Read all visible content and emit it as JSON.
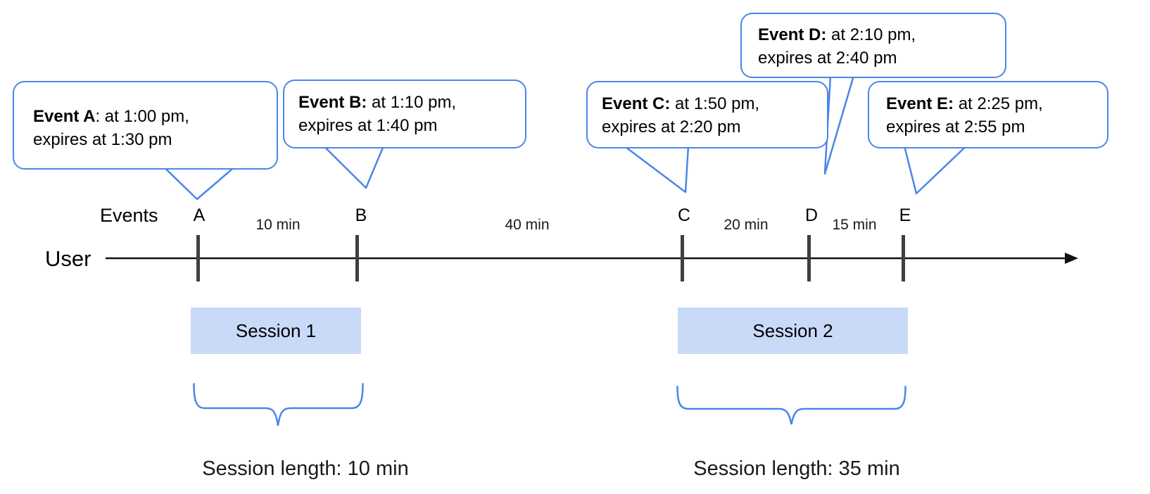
{
  "diagram": {
    "colors": {
      "accent_blue": "#4a86e8",
      "session_fill": "#c9daf8",
      "tick_color": "#3c4043",
      "axis_color": "#111111",
      "text_color": "#000000"
    },
    "labels": {
      "events_row": "Events",
      "user_row": "User"
    },
    "events": [
      {
        "letter": "A",
        "bold": "Event A",
        "line1_rest": ": at 1:00 pm,",
        "line2": "expires at 1:30 pm"
      },
      {
        "letter": "B",
        "bold": "Event B:",
        "line1_rest": " at 1:10 pm,",
        "line2": "expires at 1:40 pm"
      },
      {
        "letter": "C",
        "bold": "Event C:",
        "line1_rest": " at 1:50 pm,",
        "line2": "expires at 2:20 pm"
      },
      {
        "letter": "D",
        "bold": "Event D:",
        "line1_rest": " at 2:10 pm,",
        "line2": "expires at 2:40 pm"
      },
      {
        "letter": "E",
        "bold": "Event E:",
        "line1_rest": " at 2:25 pm,",
        "line2": "expires at 2:55 pm"
      }
    ],
    "intervals": [
      {
        "label": "10 min"
      },
      {
        "label": "40 min"
      },
      {
        "label": "20 min"
      },
      {
        "label": "15 min"
      }
    ],
    "sessions": [
      {
        "label": "Session 1",
        "length_label": "Session length: 10 min"
      },
      {
        "label": "Session 2",
        "length_label": "Session length: 35 min"
      }
    ]
  }
}
